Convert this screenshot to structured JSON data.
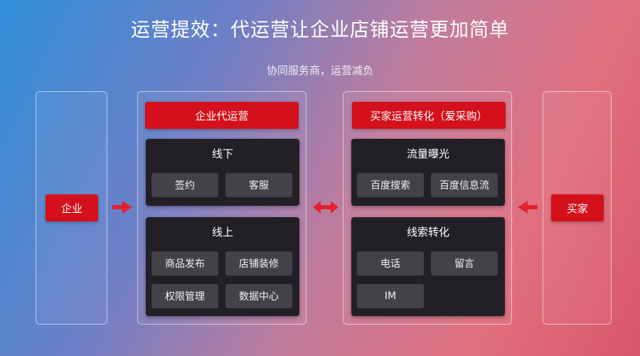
{
  "title": "运营提效：代运营让企业店铺运营更加简单",
  "subtitle": "协同服务商，运营减负",
  "left_panel": {
    "label": "企业"
  },
  "right_panel": {
    "label": "买家"
  },
  "service_panel": {
    "header": "企业代运营",
    "offline": {
      "title": "线下",
      "items": [
        "签约",
        "客服"
      ]
    },
    "online": {
      "title": "线上",
      "items": [
        "商品发布",
        "店铺装修",
        "权限管理",
        "数据中心"
      ]
    }
  },
  "buyer_panel": {
    "header": "买家运营转化（爱采购）",
    "traffic": {
      "title": "流量曝光",
      "items": [
        "百度搜索",
        "百度信息流"
      ]
    },
    "leads": {
      "title": "线索转化",
      "items": [
        "电话",
        "留言",
        "IM"
      ]
    }
  },
  "colors": {
    "accent_red": "#d3101b",
    "dark_box": "#231f26",
    "chip": "#454148"
  }
}
